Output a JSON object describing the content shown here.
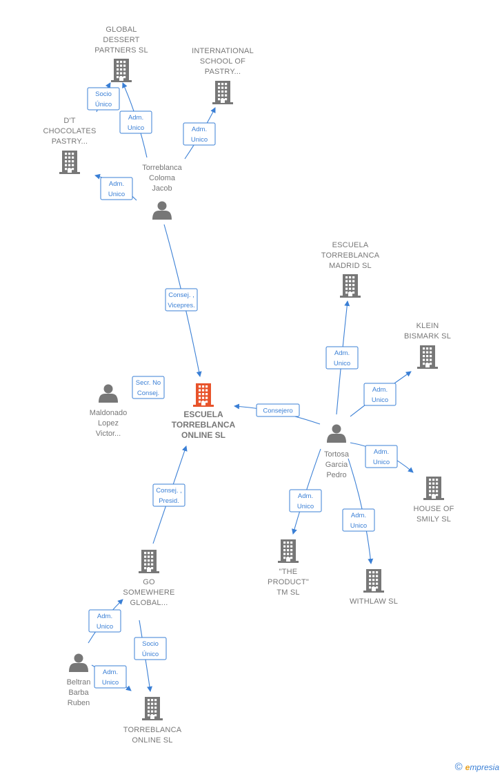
{
  "nodes": [
    {
      "id": "global_dessert",
      "kind": "company",
      "lines": [
        "GLOBAL",
        "DESSERT",
        "PARTNERS  SL"
      ]
    },
    {
      "id": "international_school",
      "kind": "company",
      "lines": [
        "INTERNATIONAL",
        "SCHOOL OF",
        "PASTRY..."
      ]
    },
    {
      "id": "dt_chocolates",
      "kind": "company",
      "lines": [
        "D'T",
        "CHOCOLATES",
        "PASTRY..."
      ]
    },
    {
      "id": "torreblanca_coloma",
      "kind": "person",
      "lines": [
        "Torreblanca",
        "Coloma",
        "Jacob"
      ]
    },
    {
      "id": "escuela_madrid",
      "kind": "company",
      "lines": [
        "ESCUELA",
        "TORREBLANCA",
        "MADRID  SL"
      ]
    },
    {
      "id": "klein_bismark",
      "kind": "company",
      "lines": [
        "KLEIN",
        "BISMARK  SL"
      ]
    },
    {
      "id": "maldonado",
      "kind": "person",
      "lines": [
        "Maldonado",
        "Lopez",
        "Victor..."
      ]
    },
    {
      "id": "escuela_online",
      "kind": "focus",
      "lines": [
        "ESCUELA",
        "TORREBLANCA",
        "ONLINE  SL"
      ]
    },
    {
      "id": "tortosa",
      "kind": "person",
      "lines": [
        "Tortosa",
        "Garcia",
        "Pedro"
      ]
    },
    {
      "id": "house_smily",
      "kind": "company",
      "lines": [
        "HOUSE OF",
        "SMILY  SL"
      ]
    },
    {
      "id": "the_product",
      "kind": "company",
      "lines": [
        "\"THE",
        "PRODUCT\"",
        "TM  SL"
      ]
    },
    {
      "id": "withlaw",
      "kind": "company",
      "lines": [
        "WITHLAW  SL"
      ]
    },
    {
      "id": "go_somewhere",
      "kind": "company",
      "lines": [
        "GO",
        "SOMEWHERE",
        "GLOBAL..."
      ]
    },
    {
      "id": "beltran",
      "kind": "person",
      "lines": [
        "Beltran",
        "Barba",
        "Ruben"
      ]
    },
    {
      "id": "torreblanca_online",
      "kind": "company",
      "lines": [
        "TORREBLANCA",
        "ONLINE  SL"
      ]
    }
  ],
  "edges": [
    {
      "from": "torreblanca_coloma",
      "to": "global_dessert",
      "label": [
        "Adm.",
        "Unico"
      ]
    },
    {
      "from": "dt_chocolates",
      "to": "global_dessert",
      "label": [
        "Socio",
        "Único"
      ]
    },
    {
      "from": "torreblanca_coloma",
      "to": "international_school",
      "label": [
        "Adm.",
        "Unico"
      ]
    },
    {
      "from": "torreblanca_coloma",
      "to": "dt_chocolates",
      "label": [
        "Adm.",
        "Unico"
      ]
    },
    {
      "from": "torreblanca_coloma",
      "to": "escuela_online",
      "label": [
        "Consej. ,",
        "Vicepres."
      ]
    },
    {
      "from": "maldonado",
      "to": "escuela_online",
      "label": [
        "Secr.  No",
        "Consej."
      ]
    },
    {
      "from": "tortosa",
      "to": "escuela_online",
      "label": [
        "Consejero"
      ]
    },
    {
      "from": "tortosa",
      "to": "escuela_madrid",
      "label": [
        "Adm.",
        "Unico"
      ]
    },
    {
      "from": "tortosa",
      "to": "klein_bismark",
      "label": [
        "Adm.",
        "Unico"
      ]
    },
    {
      "from": "tortosa",
      "to": "house_smily",
      "label": [
        "Adm.",
        "Unico"
      ]
    },
    {
      "from": "tortosa",
      "to": "the_product",
      "label": [
        "Adm.",
        "Unico"
      ]
    },
    {
      "from": "tortosa",
      "to": "withlaw",
      "label": [
        "Adm.",
        "Unico"
      ]
    },
    {
      "from": "go_somewhere",
      "to": "escuela_online",
      "label": [
        "Consej. ,",
        "Presid."
      ]
    },
    {
      "from": "beltran",
      "to": "go_somewhere",
      "label": [
        "Adm.",
        "Unico"
      ]
    },
    {
      "from": "go_somewhere",
      "to": "torreblanca_online",
      "label": [
        "Socio",
        "Único"
      ]
    },
    {
      "from": "beltran",
      "to": "torreblanca_online",
      "label": [
        "Adm.",
        "Unico"
      ]
    }
  ],
  "colors": {
    "edge": "#3a7fd5",
    "company_icon": "#777777",
    "focus_icon": "#e8532b",
    "label": "#777777"
  },
  "brand": {
    "copyright": "©",
    "first": "e",
    "rest": "mpresia"
  }
}
